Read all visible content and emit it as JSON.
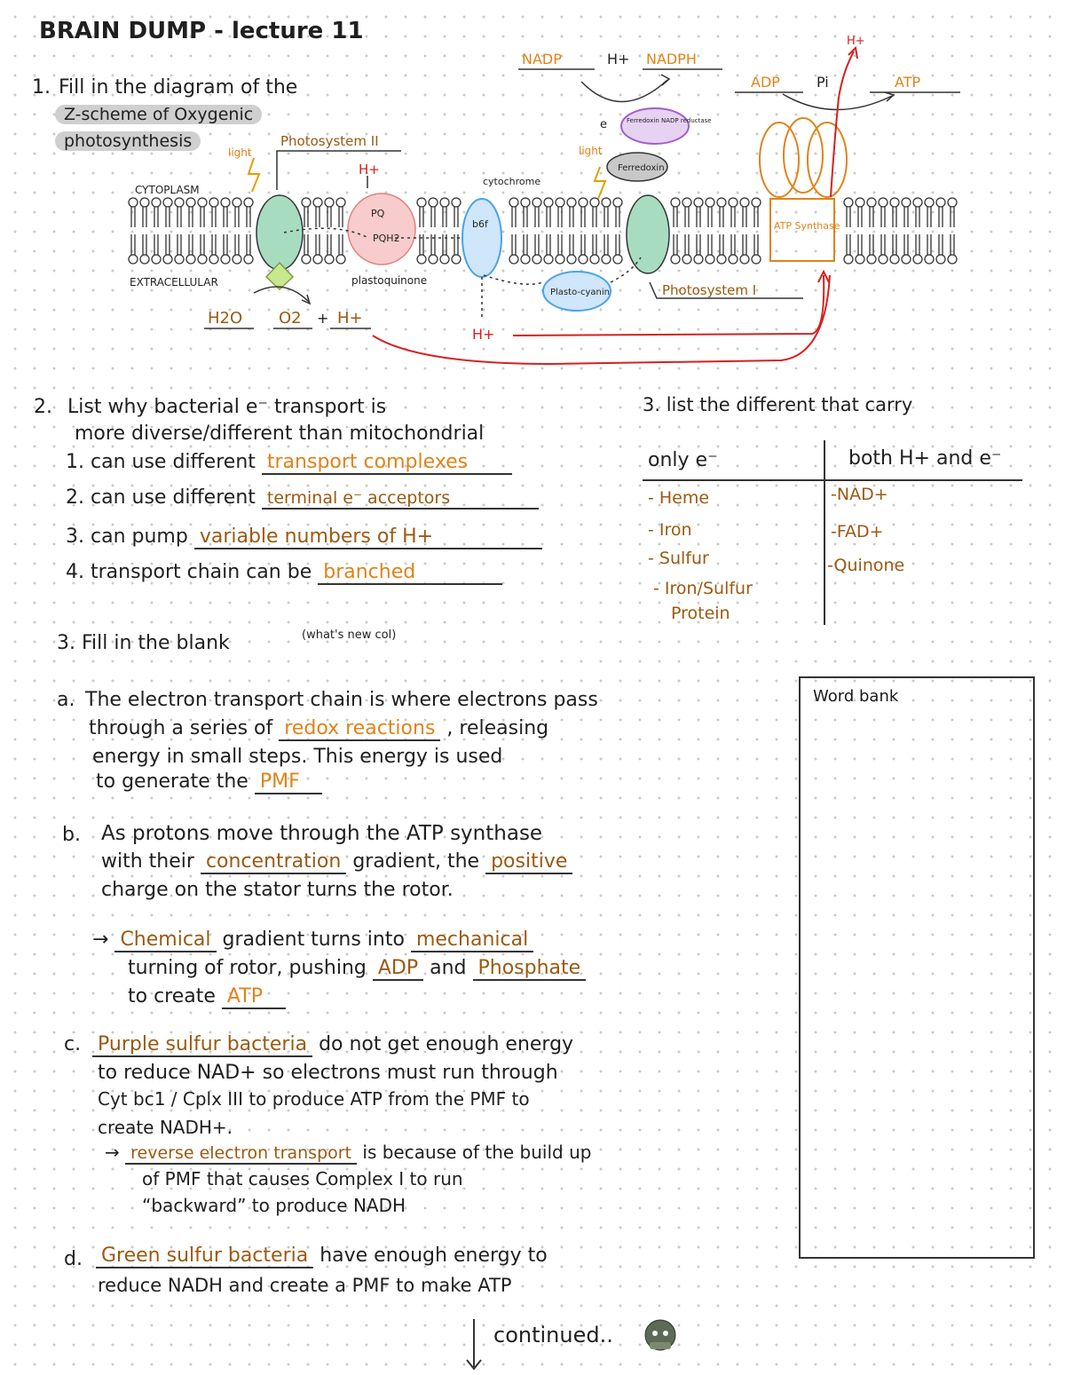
{
  "title": "BRAIN DUMP - lecture 11",
  "q1": {
    "number": "1.",
    "text": "Fill in the diagram of the",
    "highlight1": "Z-scheme of Oxygenic",
    "highlight2": "photosynthesis",
    "labels": {
      "light1": "light",
      "light2": "light",
      "photosystem2": "Photosystem II",
      "cytoplasm": "CYTOPLASM",
      "extracellular": "EXTRACELLULAR",
      "hplus_top_left": "H+",
      "hplus_top_right": "H+",
      "pq": "PQ",
      "pqh2": "PQH2",
      "plastoquinone": "plastoquinone",
      "cytochrome": "cytochrome",
      "bf": "b6f",
      "plastocyanin": "Plasto-cyanin",
      "photosystem1": "Photosystem I",
      "ferredoxin": "Ferredoxin",
      "fnr": "Ferredoxin NADP reductase",
      "electron": "e",
      "atp_synthase": "ATP Synthase",
      "water": "H2O",
      "oxygen": "O2",
      "plus": "+",
      "hplus_bottom": "H+",
      "hplus_lumen": "H+",
      "nadp": "NADP",
      "hplus_nadp": "H+",
      "nadph": "NADPH",
      "adp": "ADP",
      "pi": "Pi",
      "atp": "ATP"
    }
  },
  "q2": {
    "number": "2.",
    "line1": "List why bacterial e⁻ transport is",
    "line2": "more diverse/different than mitochondrial",
    "items": [
      {
        "num": "1.",
        "prefix": "can use different",
        "answer": "transport complexes",
        "suffix": ""
      },
      {
        "num": "2.",
        "prefix": "can use different",
        "answer": "terminal e⁻ acceptors",
        "suffix": ""
      },
      {
        "num": "3.",
        "prefix": "can pump",
        "answer": "variable numbers of H+",
        "suffix": ""
      },
      {
        "num": "4.",
        "prefix": "transport chain can be",
        "answer": "branched",
        "suffix": ""
      }
    ]
  },
  "q3list": {
    "heading": "3. list the different that carry",
    "col1_header": "only e⁻",
    "col2_header": "both H+ and e⁻",
    "col1": [
      "- Heme",
      "- Iron",
      "- Sulfur",
      "- Iron/Sulfur",
      "Protein"
    ],
    "col2": [
      "-NAD+",
      "-FAD+",
      "-Quinone"
    ]
  },
  "q3fill": {
    "heading": "3. Fill in the blank",
    "note": "(what's new col)",
    "a": {
      "label": "a.",
      "l1": "The electron transport chain is where electrons pass",
      "l2a": "through a series of",
      "l2ans": "redox reactions",
      "l2b": ", releasing",
      "l3": "energy in small steps. This energy is used",
      "l4a": "to generate the",
      "l4ans": "PMF"
    },
    "b": {
      "label": "b.",
      "l1": "As protons move through the ATP synthase",
      "l2a": "with their",
      "l2ans1": "concentration",
      "l2b": "gradient, the",
      "l2ans2": "positive",
      "l3": "charge on the stator turns the rotor.",
      "arrow": "→",
      "l4ans1": "Chemical",
      "l4a": "gradient turns into",
      "l4ans2": "mechanical",
      "l5a": "turning of rotor, pushing",
      "l5ans1": "ADP",
      "l5b": "and",
      "l5ans2": "Phosphate",
      "l6a": "to create",
      "l6ans": "ATP"
    },
    "c": {
      "label": "c.",
      "l1ans": "Purple sulfur bacteria",
      "l1b": "do not get enough energy",
      "l2": "to reduce NAD+ so electrons must run through",
      "l3": "Cyt bc1 / Cplx III to produce ATP from the PMF to",
      "l4": "create NADH+.",
      "arrow": "→",
      "l5ans": "reverse electron transport",
      "l5b": "is because of the build up",
      "l6": "of PMF that causes Complex I to run",
      "l7": "“backward” to produce NADH"
    },
    "d": {
      "label": "d.",
      "l1ans": "Green sulfur bacteria",
      "l1b": "have enough energy to",
      "l2": "reduce NADH and create a PMF to make ATP"
    }
  },
  "word_bank": "Word bank",
  "continued": "continued..",
  "colors": {
    "answer": "#9a5a12",
    "orange": "#e0831a",
    "red": "#d62020",
    "green": "#6fbf8f",
    "blue": "#4aa3e8",
    "pink": "#f2a0a0",
    "purple": "#a060c8"
  }
}
